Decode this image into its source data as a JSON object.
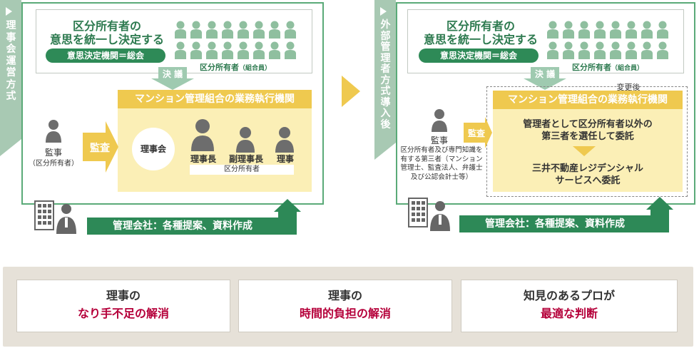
{
  "left": {
    "vertical_label": "理事会運営方式",
    "top_title_line1": "区分所有者の",
    "top_title_line2": "意思を統一し決定する",
    "decision_pill": "意思決定機関＝総会",
    "owners_caption": "区分所有者",
    "owners_caption_sub": "（組合員）",
    "resolution_label": "決 議",
    "exec_title": "マンション管理組合の業務執行機関",
    "auditor_label": "監事",
    "auditor_sub": "（区分所有者）",
    "audit_arrow_label": "監査",
    "board_label": "理事会",
    "roles": [
      "理事長",
      "副理事長",
      "理事"
    ],
    "roles_caption": "区分所有者",
    "mgmt_bar": "管理会社：各種提案、資料作成"
  },
  "right": {
    "vertical_label": "外部管理者方式導入後",
    "top_title_line1": "区分所有者の",
    "top_title_line2": "意思を統一し決定する",
    "decision_pill": "意思決定機関＝総会",
    "owners_caption": "区分所有者",
    "owners_caption_sub": "（組合員）",
    "resolution_label": "決 議",
    "after_change_label": "変更後",
    "exec_title": "マンション管理組合の業務執行機関",
    "delegate_line1": "管理者として区分所有者以外の",
    "delegate_line2": "第三者を選任して委託",
    "company_line1": "三井不動産レジデンシャル",
    "company_line2": "サービスへ委託",
    "auditor_label": "監事",
    "auditor_desc": [
      "区分所有者及び専門知識を",
      "有する第三者（マンション",
      "管理士、監査法人、弁護士",
      "及び公認会計士等）"
    ],
    "audit_label": "監査",
    "mgmt_bar": "管理会社：各種提案、資料作成"
  },
  "benefits": [
    {
      "line1": "理事の",
      "line2": "なり手不足の解消"
    },
    {
      "line1": "理事の",
      "line2": "時間的負担の解消"
    },
    {
      "line1": "知見のあるプロが",
      "line2": "最適な判断"
    }
  ],
  "colors": {
    "green_dark": "#2e8a57",
    "green_light": "#a8c9b3",
    "yellow": "#efc94f",
    "yellow_light": "#fbefb6",
    "crimson": "#b5003a",
    "beige": "#e6e1d8"
  }
}
